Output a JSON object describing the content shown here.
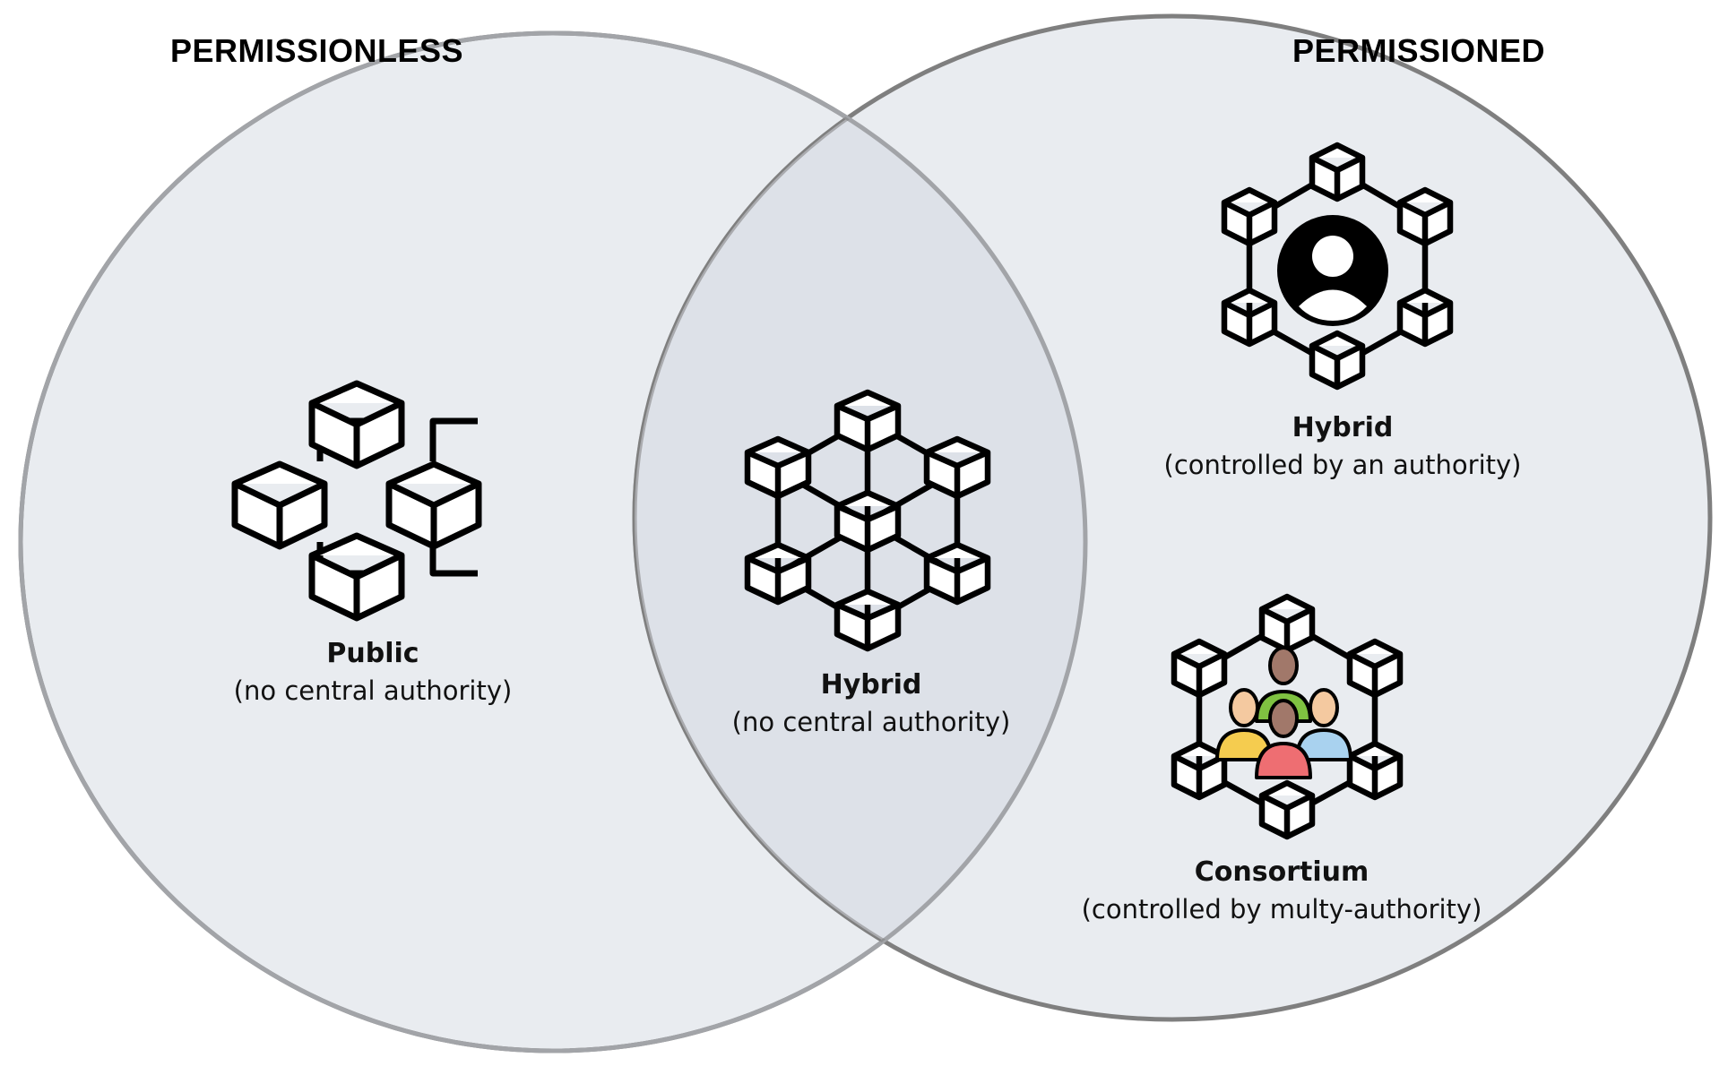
{
  "sets": {
    "left": {
      "title": "PERMISSIONLESS"
    },
    "right": {
      "title": "PERMISSIONED"
    }
  },
  "colors": {
    "circle_fill": "#e9ecf0",
    "overlap_fill": "#dde1e8",
    "circle_stroke": "#7f7f7f",
    "icon_stroke": "#000000"
  },
  "nodes": {
    "public": {
      "name": "Public",
      "desc": "(no central authority)",
      "icon": "ring-network-icon"
    },
    "hybrid_center": {
      "name": "Hybrid",
      "desc": "(no central authority)",
      "icon": "hexagon-network-icon"
    },
    "hybrid_authority": {
      "name": "Hybrid",
      "desc": "(controlled by an authority)",
      "icon": "authority-network-icon"
    },
    "consortium": {
      "name": "Consortium",
      "desc": "(controlled by multy-authority)",
      "icon": "group-network-icon"
    }
  }
}
